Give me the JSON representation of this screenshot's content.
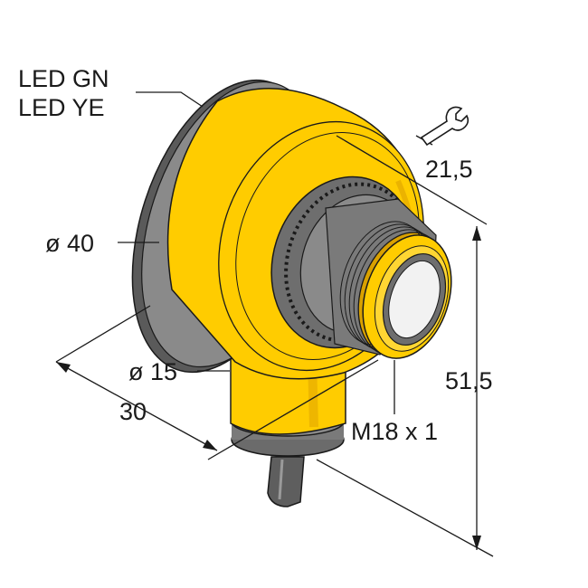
{
  "labels": {
    "led_gn": "LED GN",
    "led_ye": "LED YE",
    "wrench_size": "21,5",
    "diameter_body": "ø 40",
    "diameter_neck": "ø 15",
    "depth": "30",
    "thread": "M18 x 1",
    "height": "51,5"
  },
  "colors": {
    "housing": "#FFCC00",
    "housing_dark": "#E3A800",
    "ring_gray": "#8A8A8A",
    "ring_dark": "#5A5A5A",
    "thread": "#F0B400",
    "lens": "#F2F2F2",
    "cable": "#5E5E5E",
    "line": "#1a1a1a"
  },
  "icons": {
    "wrench": "wrench-icon"
  }
}
